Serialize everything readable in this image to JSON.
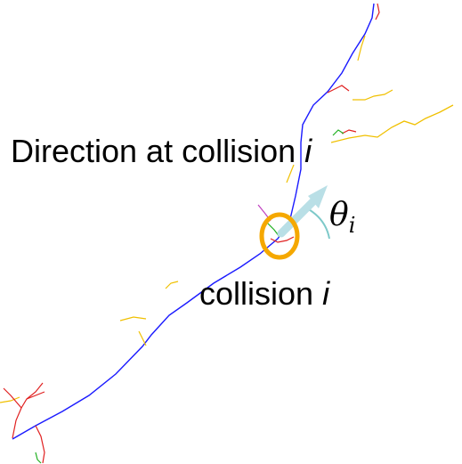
{
  "labels": {
    "direction_text": "Direction at collision ",
    "direction_index": "i",
    "collision_text": "collision ",
    "collision_index": "i",
    "theta_symbol": "θ",
    "theta_index": "i"
  },
  "colors": {
    "main_track": "#1a1aff",
    "secondary_track_yellow": "#f0c000",
    "secondary_track_red": "#e02020",
    "secondary_track_green": "#20b020",
    "highlight_circle": "#f5a800",
    "direction_arrow": "#b9dfe6",
    "reference_line": "#b8d6e0",
    "angle_arc": "#7dc9c9"
  },
  "icons": {
    "collision_marker": "circle-icon",
    "direction_indicator": "arrow-icon",
    "angle_indicator": "arc-icon"
  }
}
